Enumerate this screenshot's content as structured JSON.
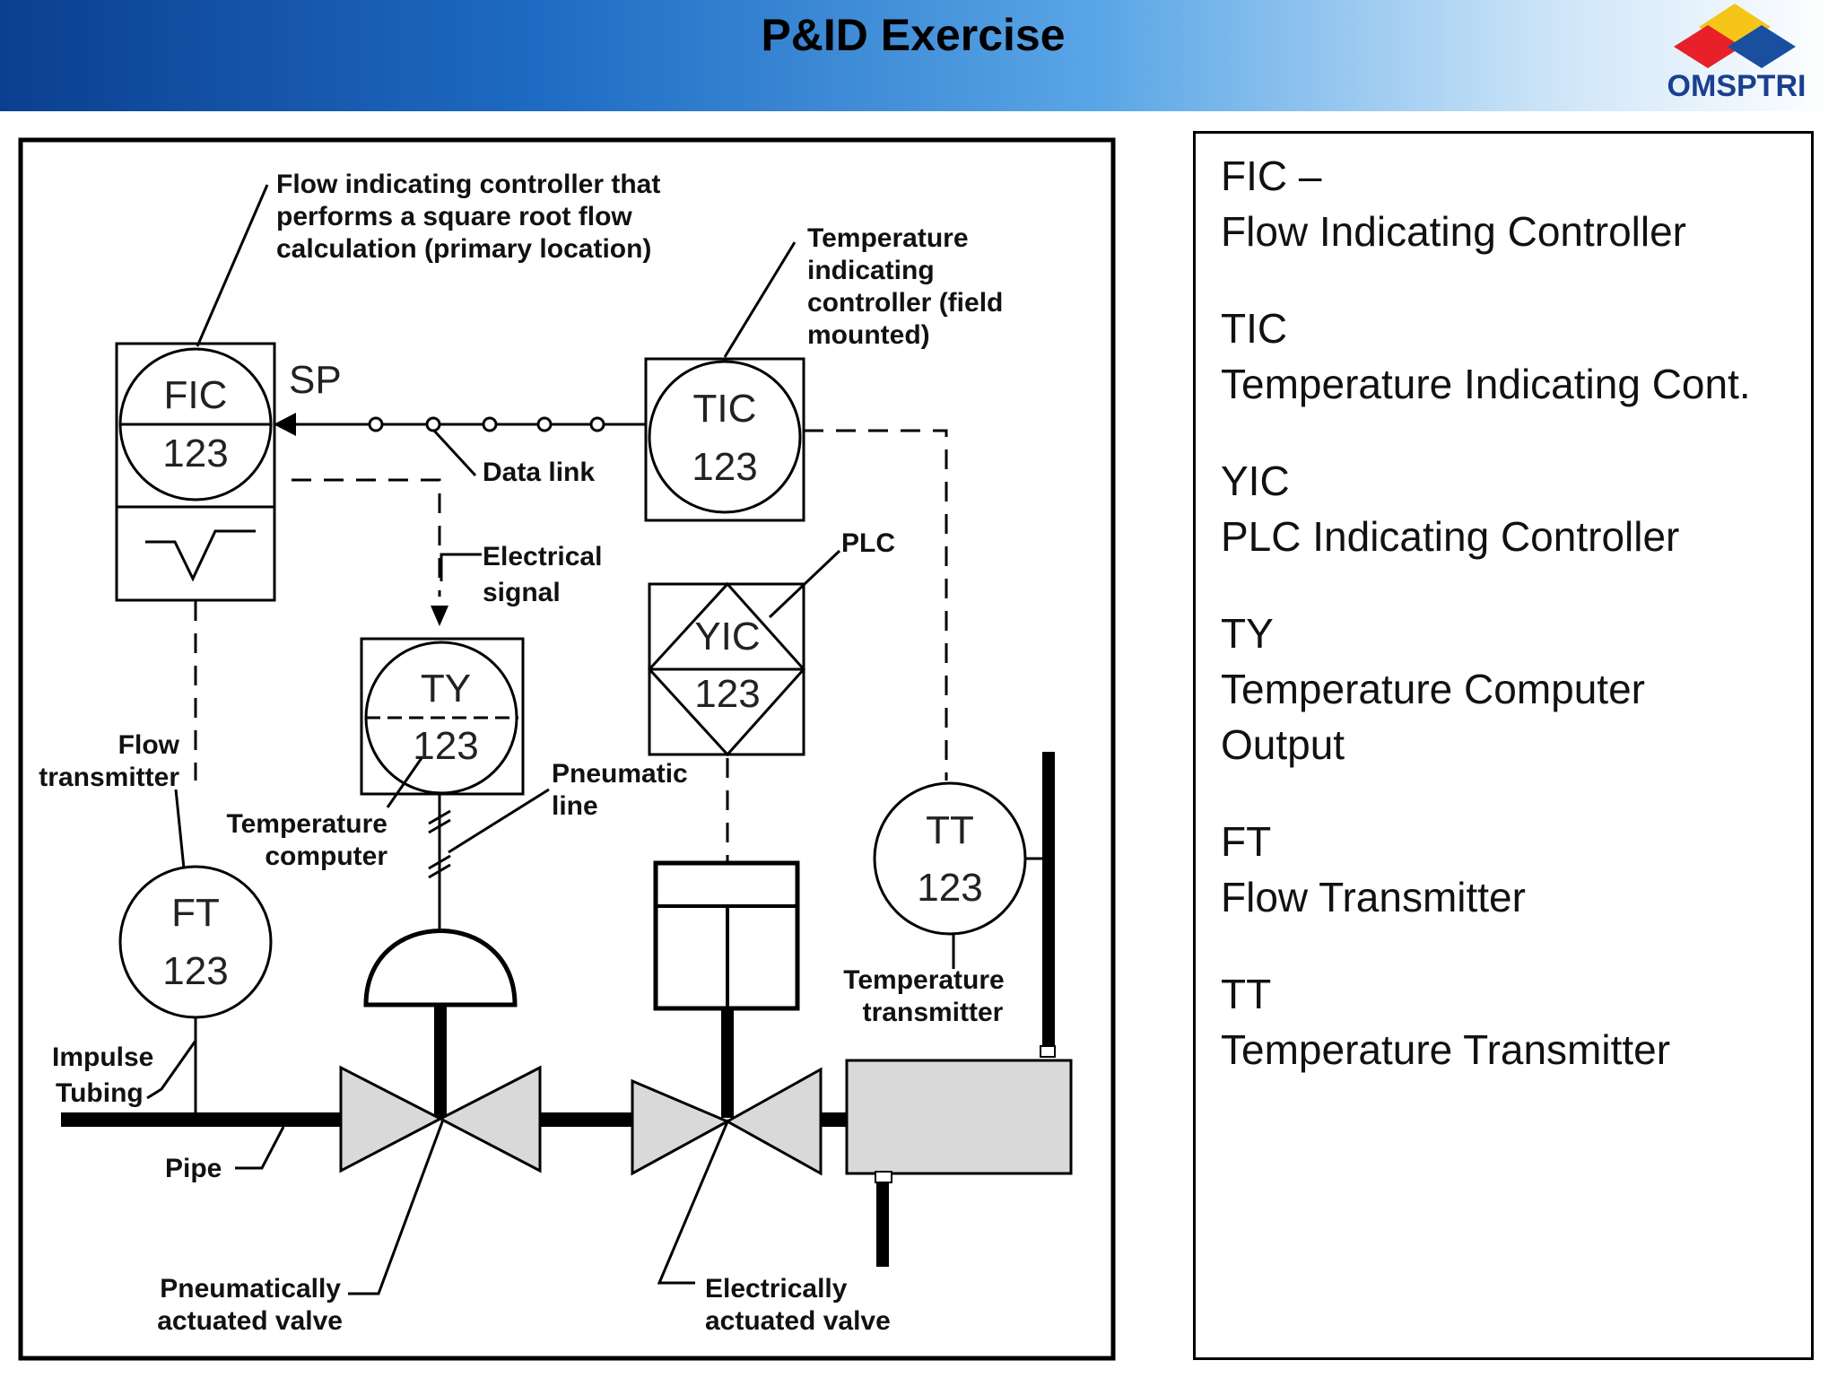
{
  "header": {
    "title": "P&ID Exercise",
    "logo_text": "OMSPTRI",
    "colors": {
      "logo_red": "#e8202a",
      "logo_yellow": "#f5c518",
      "logo_blue": "#1a4fa0"
    }
  },
  "diagram": {
    "callouts": {
      "fic_line1": "Flow indicating controller that",
      "fic_line2": "performs a square root flow",
      "fic_line3": "calculation (primary location)",
      "tic_line1": "Temperature",
      "tic_line2": "indicating",
      "tic_line3": "controller (field",
      "tic_line4": "mounted)",
      "sp": "SP",
      "data_link": "Data link",
      "electrical_line1": "Electrical",
      "electrical_line2": "signal",
      "plc": "PLC",
      "flow_tx_line1": "Flow",
      "flow_tx_line2": "transmitter",
      "temp_comp_line1": "Temperature",
      "temp_comp_line2": "computer",
      "pneumatic_line1": "Pneumatic",
      "pneumatic_line2": "line",
      "temp_tx_line1": "Temperature",
      "temp_tx_line2": "transmitter",
      "impulse_line1": "Impulse",
      "impulse_line2": "Tubing",
      "pipe": "Pipe",
      "pneu_valve_line1": "Pneumatically",
      "pneu_valve_line2": "actuated valve",
      "elec_valve_line1": "Electrically",
      "elec_valve_line2": "actuated valve"
    },
    "instruments": {
      "fic": {
        "tag": "FIC",
        "loop": "123"
      },
      "tic": {
        "tag": "TIC",
        "loop": "123"
      },
      "yic": {
        "tag": "YIC",
        "loop": "123"
      },
      "ty": {
        "tag": "TY",
        "loop": "123"
      },
      "ft": {
        "tag": "FT",
        "loop": "123"
      },
      "tt": {
        "tag": "TT",
        "loop": "123"
      }
    }
  },
  "legend": {
    "entries": [
      {
        "abbr": "FIC –",
        "meaning": "Flow Indicating Controller"
      },
      {
        "abbr": "TIC",
        "meaning": "Temperature Indicating Cont."
      },
      {
        "abbr": "YIC",
        "meaning": "PLC Indicating Controller"
      },
      {
        "abbr": "TY",
        "meaning": "Temperature Computer",
        "meaning2": "Output"
      },
      {
        "abbr": "FT",
        "meaning": "Flow Transmitter"
      },
      {
        "abbr": "TT",
        "meaning": "Temperature Transmitter"
      }
    ]
  }
}
